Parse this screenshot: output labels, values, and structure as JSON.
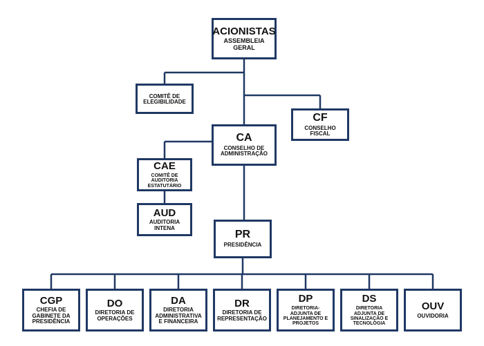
{
  "org": {
    "acionistas": {
      "abbr": "ACIONISTAS",
      "name": "ASSEMBLEIA GERAL"
    },
    "comite_elegibilidade": {
      "name": "COMITÊ DE ELEGIBILIDADE"
    },
    "cf": {
      "abbr": "CF",
      "name": "CONSELHO FISCAL"
    },
    "ca": {
      "abbr": "CA",
      "name": "CONSELHO DE ADMINISTRAÇÃO"
    },
    "cae": {
      "abbr": "CAE",
      "name": "COMITÊ DE AUDITORIA ESTATUTÁRIO"
    },
    "aud": {
      "abbr": "AUD",
      "name": "AUDITORIA INTENA"
    },
    "pr": {
      "abbr": "PR",
      "name": "PRESIDÊNCIA"
    },
    "directorates": [
      {
        "abbr": "CGP",
        "name": "CHEFIA DE GABINETE DA PRESIDÊNCIA"
      },
      {
        "abbr": "DO",
        "name": "DIRETORIA DE OPERAÇÕES"
      },
      {
        "abbr": "DA",
        "name": "DIRETORIA ADMINISTRATIVA E FINANCEIRA"
      },
      {
        "abbr": "DR",
        "name": "DIRETORIA DE REPRESENTAÇÃO"
      },
      {
        "abbr": "DP",
        "name": "DIRETORIA-ADJUNTA DE PLANEJAMENTO E PROJETOS"
      },
      {
        "abbr": "DS",
        "name": "DIRETORIA ADJUNTA DE SINALIZAÇÃO E TECNOLOGIA"
      },
      {
        "abbr": "OUV",
        "name": "OUVIDORIA"
      }
    ]
  },
  "colors": {
    "border": "#1f3864",
    "line": "#1f3864",
    "text": "#111111"
  }
}
